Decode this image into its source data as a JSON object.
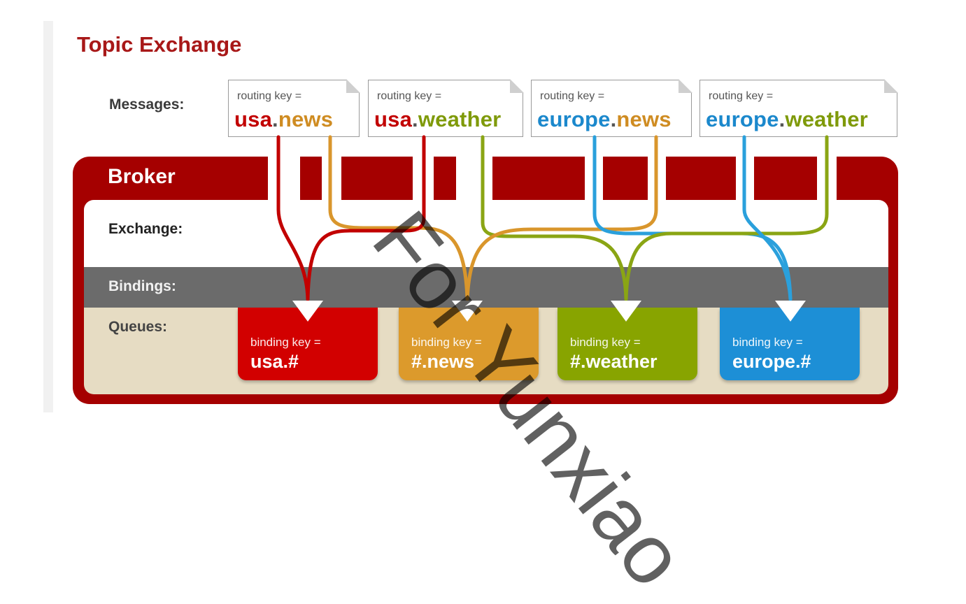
{
  "title": "Topic Exchange",
  "labels": {
    "messages": "Messages:",
    "broker": "Broker",
    "exchange": "Exchange:",
    "bindings": "Bindings:",
    "queues": "Queues:"
  },
  "messages": [
    {
      "label": "routing key =",
      "part1": "usa",
      "dot": ".",
      "part2": "news"
    },
    {
      "label": "routing key =",
      "part1": "usa",
      "dot": ".",
      "part2": "weather"
    },
    {
      "label": "routing key =",
      "part1": "europe",
      "dot": ".",
      "part2": "news"
    },
    {
      "label": "routing key =",
      "part1": "europe",
      "dot": ".",
      "part2": "weather"
    }
  ],
  "queues": [
    {
      "label": "binding key =",
      "key": "usa.#",
      "color": "#d20000"
    },
    {
      "label": "binding key =",
      "key": "#.news",
      "color": "#dc9a2c"
    },
    {
      "label": "binding key =",
      "key": "#.weather",
      "color": "#88a400"
    },
    {
      "label": "binding key =",
      "key": "europe.#",
      "color": "#1d8fd6"
    }
  ],
  "colors": {
    "usa": "#c20000",
    "europe": "#1b88cc",
    "news": "#cf8c22",
    "weather": "#7f9a0a",
    "broker": "#a50000",
    "title": "#a81818"
  },
  "watermark": "For Yunxiao"
}
